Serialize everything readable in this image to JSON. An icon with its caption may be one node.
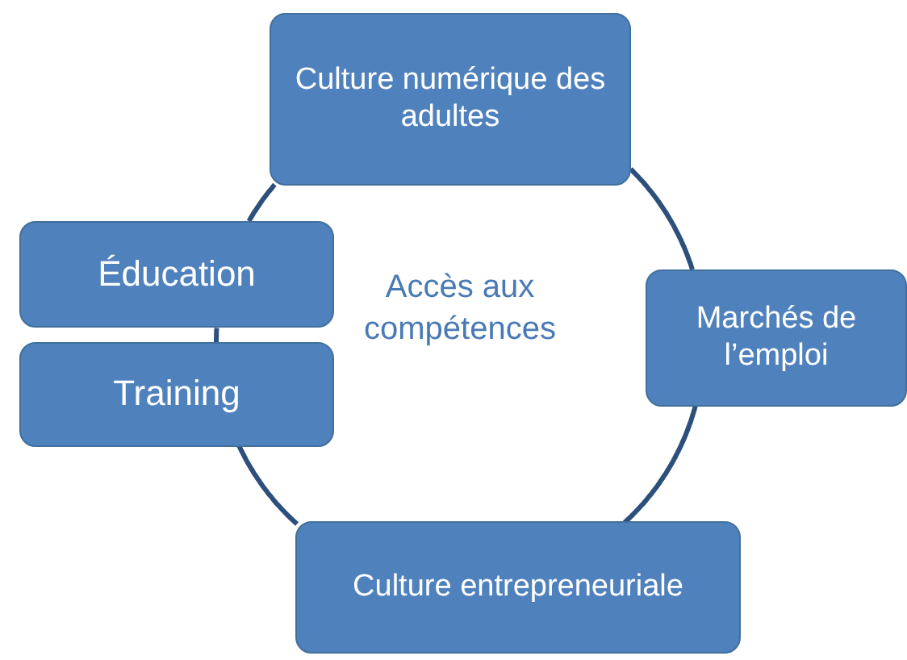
{
  "diagram": {
    "nodes": [
      {
        "text": [
          "Culture numérique des adultes"
        ]
      },
      {
        "text": [
          "Éducation"
        ]
      },
      {
        "text": [
          "Training"
        ]
      },
      {
        "text": [
          "Marchés de l’emploi"
        ]
      },
      {
        "text": [
          "Culture entrepreneuriale"
        ]
      }
    ],
    "labels": [
      "Accès aux compétences"
    ]
  }
}
